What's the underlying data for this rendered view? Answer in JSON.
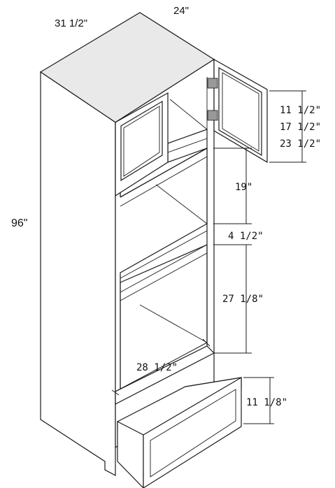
{
  "dimensions": {
    "depth": "31 1/2\"",
    "width": "24\"",
    "height": "96\"",
    "door_heights": [
      "11 1/2\"",
      "17 1/2\"",
      "23 1/2\""
    ],
    "upper_opening": "19\"",
    "rail": "4 1/2\"",
    "oven_opening": "27 1/8\"",
    "inner_width": "28 1/2\"",
    "drawer_height": "11 1/8\""
  },
  "colors": {
    "line": "#1a1a1a",
    "panel_shade": "#e9e9e9",
    "hinge": "#999999"
  }
}
